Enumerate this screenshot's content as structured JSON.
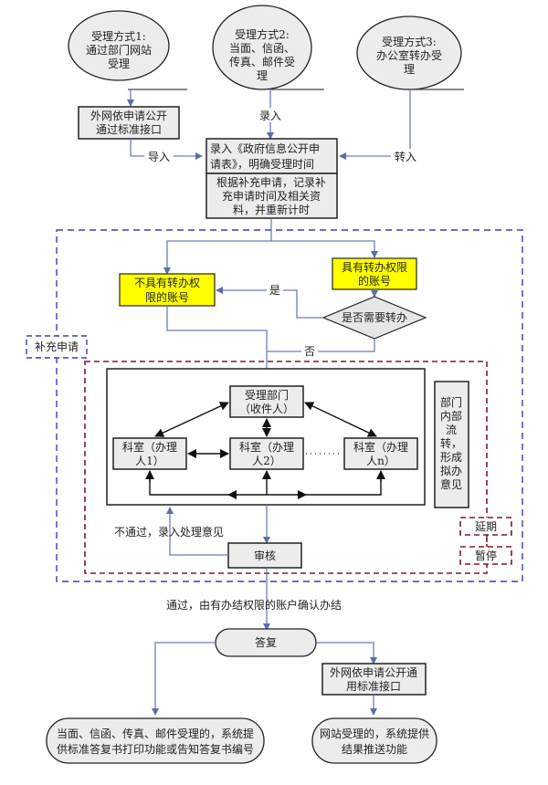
{
  "title": "政府信息依申请公开办理流程",
  "colors": {
    "flow_line": "#6b7fb0",
    "highlight_box": "#ffff00",
    "node_fill": "#ececec",
    "outer_dashed": "#3b3bb8",
    "inner_dashed": "#7a1c2a"
  },
  "intake": {
    "method1": [
      "受理方式1:",
      "通过部门网站",
      "受理"
    ],
    "method2": [
      "受理方式2:",
      "当面、信函、",
      "传真、邮件受",
      "理"
    ],
    "method3": [
      "受理方式3:",
      "办公室转办受",
      "理"
    ],
    "external_interface": [
      "外网依申请公开",
      "通过标准接口"
    ],
    "label_import": "导入",
    "label_entry": "录入",
    "label_transfer_in": "转入"
  },
  "registration": {
    "record_form": [
      "录入《政府信息公开申",
      "请表》，明确受理时间"
    ],
    "supplement_record": [
      "根据补充申请，记录补",
      "充申请时间及相关资",
      "料，并重新计时"
    ]
  },
  "routing": {
    "no_transfer_right": [
      "不具有转办权",
      "限的账号"
    ],
    "has_transfer_right": [
      "具有转办权限",
      "的账号"
    ],
    "decision": "是否需要转办",
    "yes_label": "是",
    "no_label": "否",
    "supplement_request": "补充申请"
  },
  "department": {
    "receiver": [
      "受理部门",
      "（收件人）"
    ],
    "office1": [
      "科室（办理",
      "人1）"
    ],
    "office2": [
      "科室（办理",
      "人2）"
    ],
    "officen": [
      "科室（办理",
      "人n）"
    ],
    "ellipsis": "……",
    "internal_note": [
      "部门",
      "内部",
      "流",
      "转，",
      "形成",
      "拟办",
      "意见"
    ],
    "extend": "延期",
    "pause": "暂停"
  },
  "review": {
    "review_node": "审核",
    "reject_label": "不通过，录入处理意见",
    "pass_label": "通过，由有办结权限的账户确认办结"
  },
  "reply": {
    "reply_node": "答复",
    "external_interface": [
      "外网依申请公开通",
      "用标准接口"
    ],
    "offline_result": [
      "当面、信函、传真、邮件受理的，系统提",
      "供标准答复书打印功能或告知答复书编号"
    ],
    "online_result": [
      "网站受理的，系统提供",
      "结果推送功能"
    ]
  }
}
